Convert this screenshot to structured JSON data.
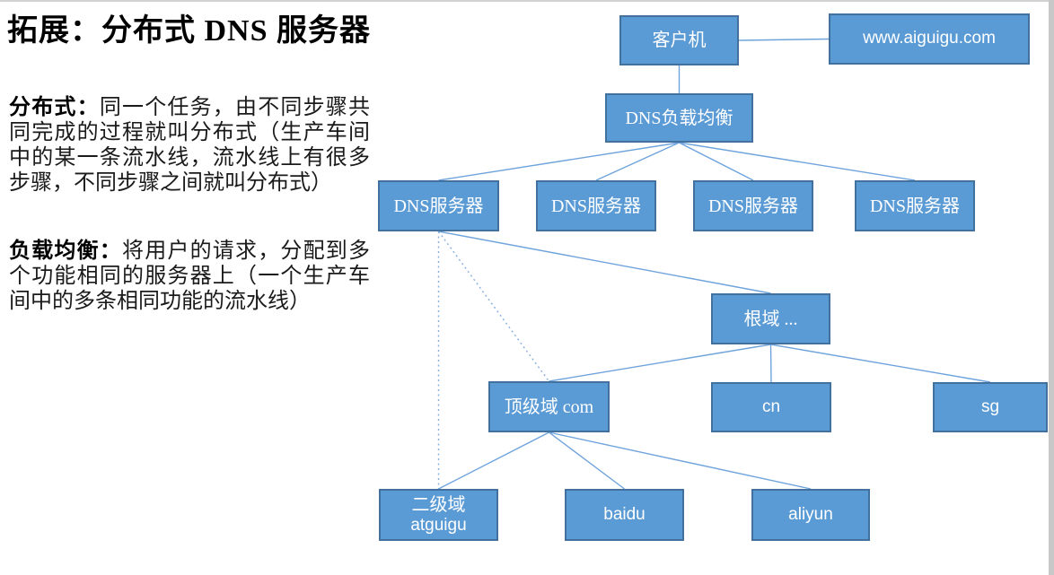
{
  "page": {
    "title": "拓展：分布式 DNS 服务器"
  },
  "notes": {
    "distributed": {
      "lead": "分布式：",
      "body": "同一个任务，由不同步骤共同完成的过程就叫分布式（生产车间中的某一条流水线，流水线上有很多步骤，不同步骤之间就叫分布式）"
    },
    "load_balance": {
      "lead": "负载均衡：",
      "body": "将用户的请求，分配到多个功能相同的服务器上（一个生产车间中的多条相同功能的流水线）"
    }
  },
  "diagram": {
    "nodes": {
      "client": {
        "label": "客户机"
      },
      "website": {
        "label": "www.aiguigu.com"
      },
      "load_balancer": {
        "label": "DNS负载均衡"
      },
      "dns_server_1": {
        "label": "DNS服务器"
      },
      "dns_server_2": {
        "label": "DNS服务器"
      },
      "dns_server_3": {
        "label": "DNS服务器"
      },
      "dns_server_4": {
        "label": "DNS服务器"
      },
      "root_domain": {
        "label": "根域 ..."
      },
      "tld_com": {
        "label": "顶级域 com"
      },
      "cn": {
        "label": "cn"
      },
      "sg": {
        "label": "sg"
      },
      "sld_atguigu": {
        "label": "二级域 atguigu",
        "line1": "二级域",
        "line2": "atguigu"
      },
      "baidu": {
        "label": "baidu"
      },
      "aliyun": {
        "label": "aliyun"
      }
    },
    "edges": [
      {
        "from": "client",
        "to": "website",
        "style": "solid",
        "anchor": "h"
      },
      {
        "from": "client",
        "to": "load_balancer",
        "style": "solid"
      },
      {
        "from": "load_balancer",
        "to": "dns_server_1",
        "style": "solid"
      },
      {
        "from": "load_balancer",
        "to": "dns_server_2",
        "style": "solid"
      },
      {
        "from": "load_balancer",
        "to": "dns_server_3",
        "style": "solid"
      },
      {
        "from": "load_balancer",
        "to": "dns_server_4",
        "style": "solid"
      },
      {
        "from": "dns_server_1",
        "to": "root_domain",
        "style": "solid"
      },
      {
        "from": "dns_server_1",
        "to": "tld_com",
        "style": "dotted"
      },
      {
        "from": "dns_server_1",
        "to": "sld_atguigu",
        "style": "dotted"
      },
      {
        "from": "root_domain",
        "to": "tld_com",
        "style": "solid"
      },
      {
        "from": "root_domain",
        "to": "cn",
        "style": "solid"
      },
      {
        "from": "root_domain",
        "to": "sg",
        "style": "solid"
      },
      {
        "from": "tld_com",
        "to": "sld_atguigu",
        "style": "solid"
      },
      {
        "from": "tld_com",
        "to": "baidu",
        "style": "solid"
      },
      {
        "from": "tld_com",
        "to": "aliyun",
        "style": "solid"
      }
    ],
    "colors": {
      "node_fill": "#5b9bd5",
      "node_border": "#41719c",
      "node_text": "#ffffff",
      "connector": "#6fa3dc",
      "connector_dotted": "#86aede"
    }
  }
}
